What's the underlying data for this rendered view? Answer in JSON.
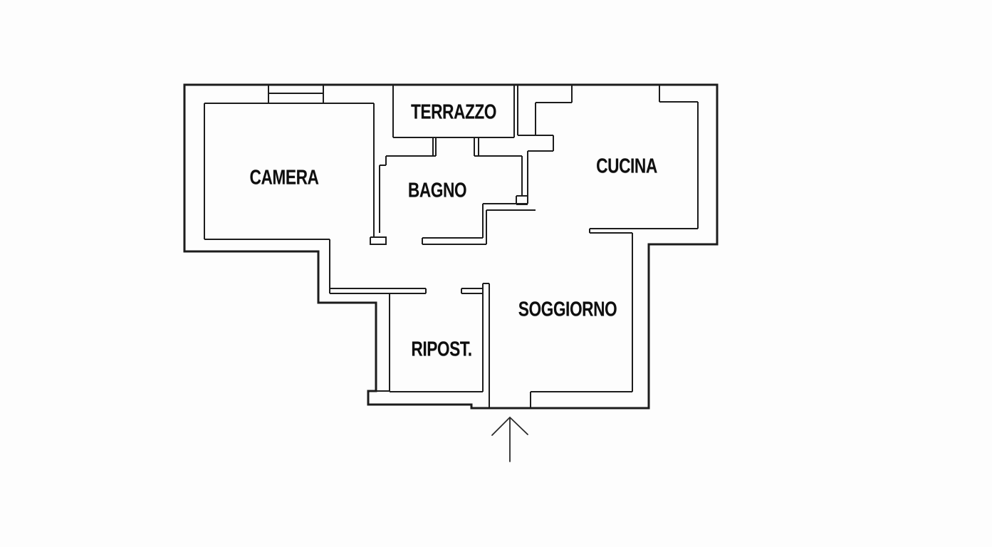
{
  "plan": {
    "type": "apartment-floor-plan",
    "rooms": [
      {
        "name": "TERRAZZO"
      },
      {
        "name": "CAMERA"
      },
      {
        "name": "BAGNO"
      },
      {
        "name": "CUCINA"
      },
      {
        "name": "SOGGIORNO"
      },
      {
        "name": "RIPOST."
      }
    ],
    "entrance": {
      "symbol": "arrow-up",
      "meaning": "main entrance"
    }
  },
  "colors": {
    "wall": "#1c1c1c",
    "arrow": "#2a2a2a",
    "background": "#fdfdfd",
    "label": "#0e0e0e"
  }
}
